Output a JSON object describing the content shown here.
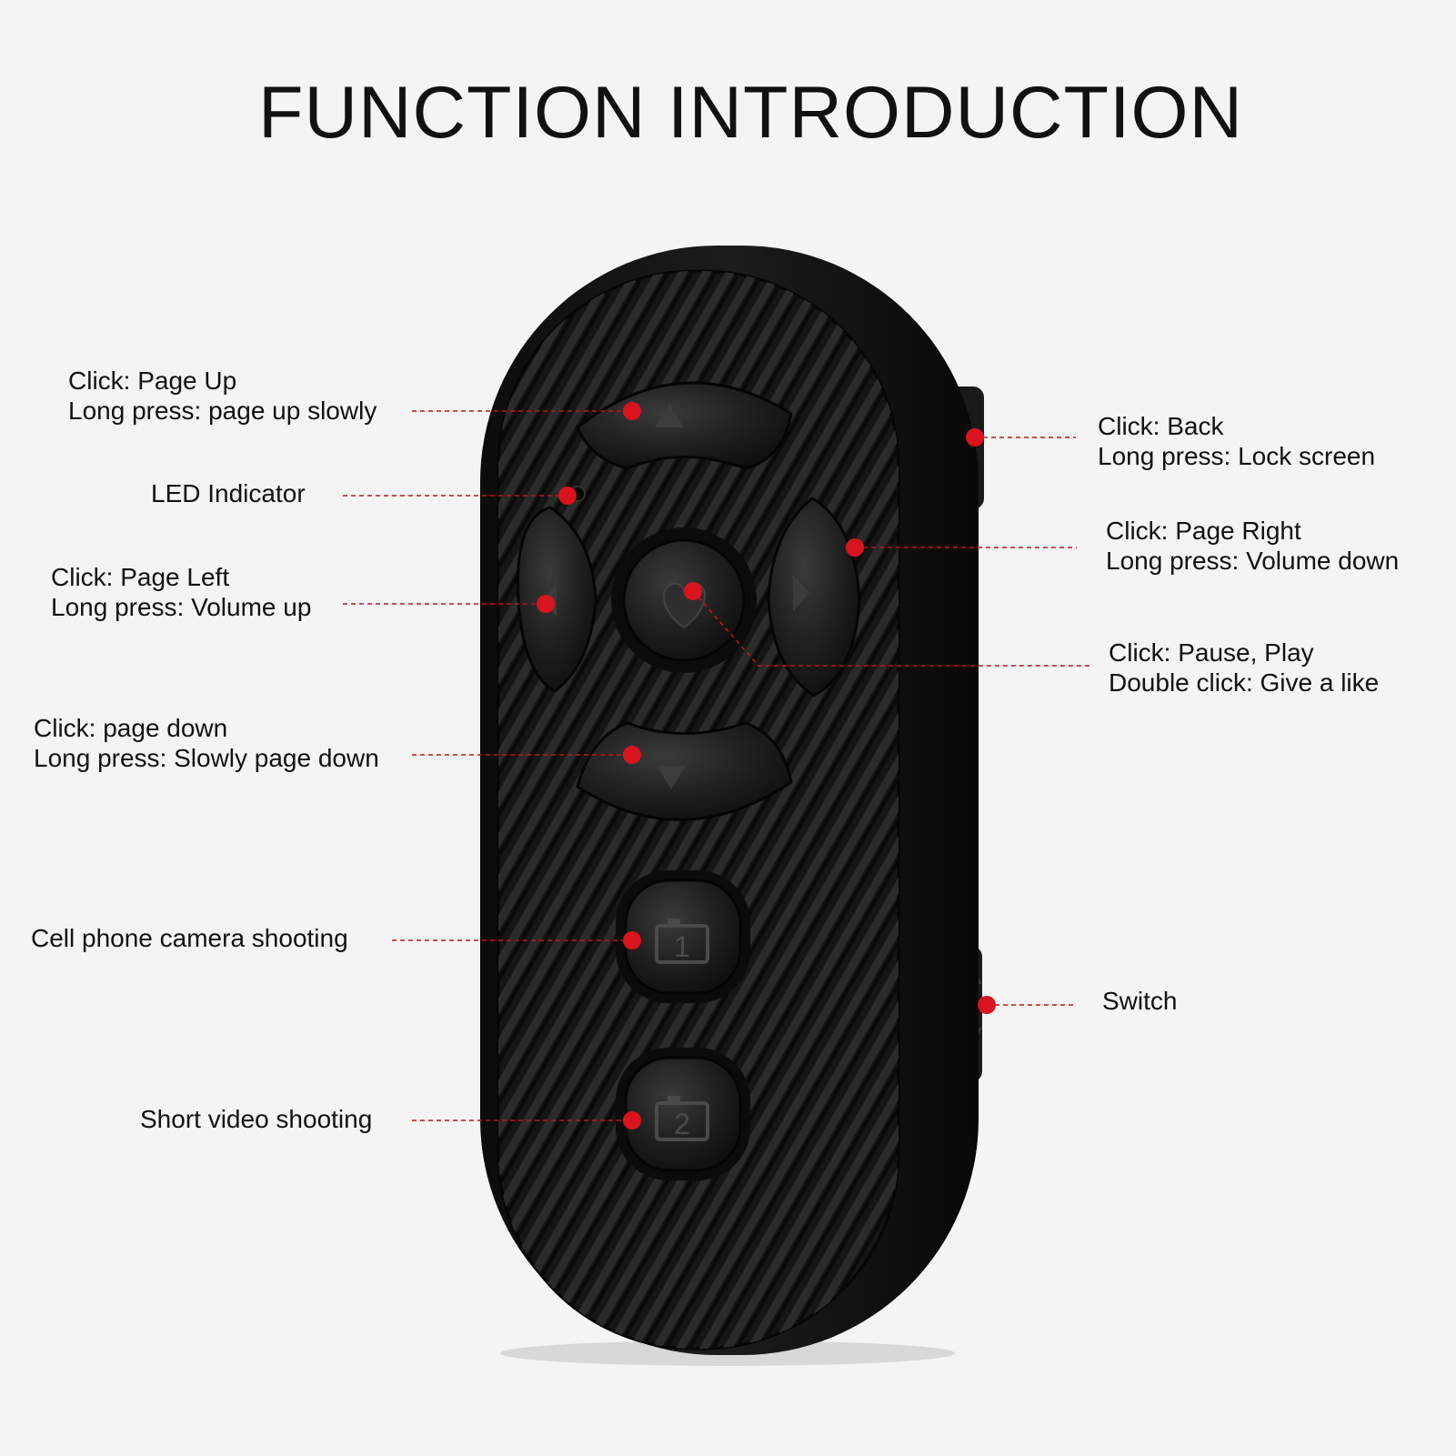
{
  "title": "FUNCTION INTRODUCTION",
  "callouts": {
    "page_up": {
      "line1": "Click: Page Up",
      "line2": "Long press: page up slowly"
    },
    "led": {
      "line1": "LED Indicator"
    },
    "page_left": {
      "line1": "Click: Page Left",
      "line2": "Long press: Volume up"
    },
    "page_down": {
      "line1": "Click: page down",
      "line2": "Long press: Slowly page down"
    },
    "camera": {
      "line1": "Cell phone camera shooting"
    },
    "video": {
      "line1": "Short video shooting"
    },
    "back": {
      "line1": "Click: Back",
      "line2": "Long press: Lock screen"
    },
    "page_right": {
      "line1": "Click: Page Right",
      "line2": "Long press: Volume down"
    },
    "play": {
      "line1": "Click: Pause, Play",
      "line2": "Double click: Give a like"
    },
    "switch": {
      "line1": "Switch"
    }
  },
  "button_labels": {
    "shoot_1": "1",
    "shoot_2": "2"
  },
  "colors": {
    "background": "#f4f4f4",
    "remote_body": "#141414",
    "marker": "#d9141e",
    "leader_line": "#c0151d"
  }
}
